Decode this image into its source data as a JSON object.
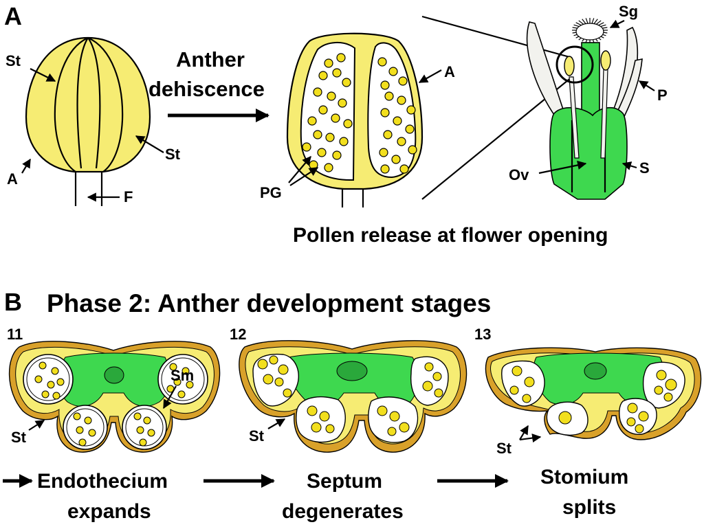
{
  "colors": {
    "yellow": "#f6ec73",
    "pollen": "#f2df1e",
    "green": "#3ed84f",
    "light_green": "#8fe892",
    "orange": "#d9a12a",
    "petal": "#f2f2ee"
  },
  "panel_a": {
    "letter": "A",
    "labels": {
      "st_top": "St",
      "st_right": "St",
      "a_left": "A",
      "f": "F",
      "a_right": "A",
      "pg": "PG",
      "sg": "Sg",
      "p": "P",
      "ov": "Ov",
      "s": "S"
    },
    "arrow_text_line1": "Anther",
    "arrow_text_line2": "dehiscence",
    "caption": "Pollen release at flower opening"
  },
  "panel_b": {
    "letter": "B",
    "title": "Phase 2: Anther development stages",
    "stages": [
      {
        "number": "11",
        "st_label": "St",
        "sm_label": "Sm",
        "step_line1": "Endothecium",
        "step_line2": "expands"
      },
      {
        "number": "12",
        "st_label": "St",
        "step_line1": "Septum",
        "step_line2": "degenerates"
      },
      {
        "number": "13",
        "st_label": "St",
        "step_line1": "Stomium",
        "step_line2": "splits"
      }
    ]
  }
}
